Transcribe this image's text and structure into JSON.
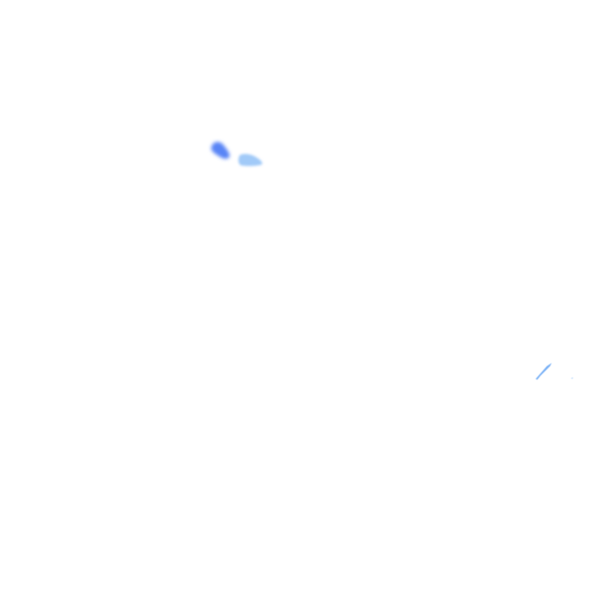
{
  "map": {
    "background_color": "#ffffff",
    "features": [
      {
        "name": "region-blob-dark",
        "kind": "radar-echo",
        "color": "#4f7df6"
      },
      {
        "name": "region-blob-light",
        "kind": "radar-echo",
        "color": "#9cc7f8"
      },
      {
        "name": "region-streak",
        "kind": "radar-echo",
        "color": "#69a7f5"
      }
    ]
  }
}
